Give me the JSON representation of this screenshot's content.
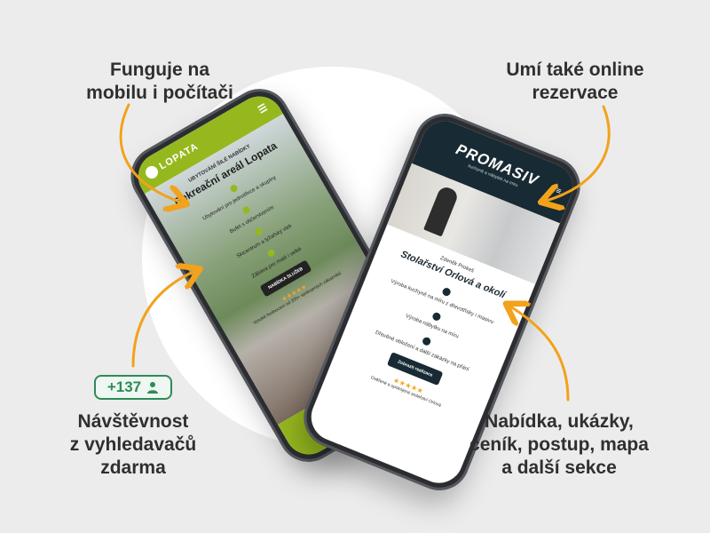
{
  "callouts": {
    "top_left": [
      "Funguje na",
      "mobilu i počítači"
    ],
    "top_right": [
      "Umí také online",
      "rezervace"
    ],
    "bottom_left": [
      "Návštěvnost",
      "z vyhledavačů",
      "zdarma"
    ],
    "bottom_right": [
      "Nabídka, ukázky,",
      "ceník, postup, mapa",
      "a další sekce"
    ]
  },
  "badge": {
    "count": "+137",
    "icon": "user-icon"
  },
  "colors": {
    "accent_arrow": "#f2a21b",
    "lopata_green": "#96b81f",
    "promasiv_navy": "#182a33",
    "badge_green": "#2f8a57"
  },
  "phone_left": {
    "brand": "LOPATA",
    "kicker": "UBYTOVÁNÍ ŠILÉ NABÍDKY",
    "title": "Rekreační areál Lopata",
    "items": [
      "Ubytování pro jednotlivce a skupiny",
      "Bufet s občerstvením",
      "Skicentrum a lyžařský vlek",
      "Zábava pro malé i velké"
    ],
    "button": "NABÍDKA SLUŽEB",
    "stars": "★★★★★",
    "reviews": "Vysoké hodnocení od 200+ spokojených zákazníků"
  },
  "phone_right": {
    "brand": "PROMASIV",
    "tagline": "kuchyně a nábytek na míru",
    "person": "Zdeněk Prokeš",
    "title": "Stolařství Orlová a okolí",
    "items": [
      "Výroba kuchyně na míru z dřevotřísky i masivu",
      "Výroba nábytku na míru",
      "Dřevěné obložení a další zakázky na přání"
    ],
    "button": "Zobrazit realizace",
    "stars": "★★★★★",
    "reviews": "Ověřené a spokojené stolařství Orlová"
  }
}
